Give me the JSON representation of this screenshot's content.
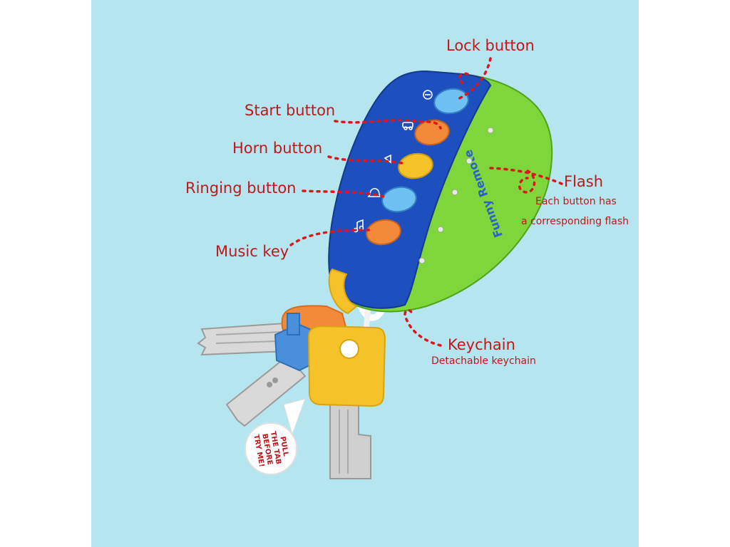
{
  "colors": {
    "background": "#b5e6f0",
    "label_red": "#c0171b",
    "remote_blue": "#1d4fbf",
    "remote_green": "#7fd63b",
    "key_yellow": "#f6c22a",
    "key_orange": "#f28a3a",
    "key_blue": "#4a8fdc"
  },
  "labels": {
    "lock": "Lock button",
    "start": "Start button",
    "horn": "Horn button",
    "ringing": "Ringing button",
    "music": "Music key",
    "flash": "Flash",
    "flash_desc_1": "Each button has",
    "flash_desc_2": "a corresponding flash",
    "keychain": "Keychain",
    "keychain_desc": "Detachable keychain"
  },
  "product": {
    "brand_text": "Funny Remote",
    "tag_lines": [
      "PULL",
      "THE TAB",
      "BEFORE",
      "TRY ME!"
    ]
  },
  "icons": [
    "lock-icon",
    "car-icon",
    "horn-icon",
    "bell-icon",
    "music-note-icon"
  ]
}
